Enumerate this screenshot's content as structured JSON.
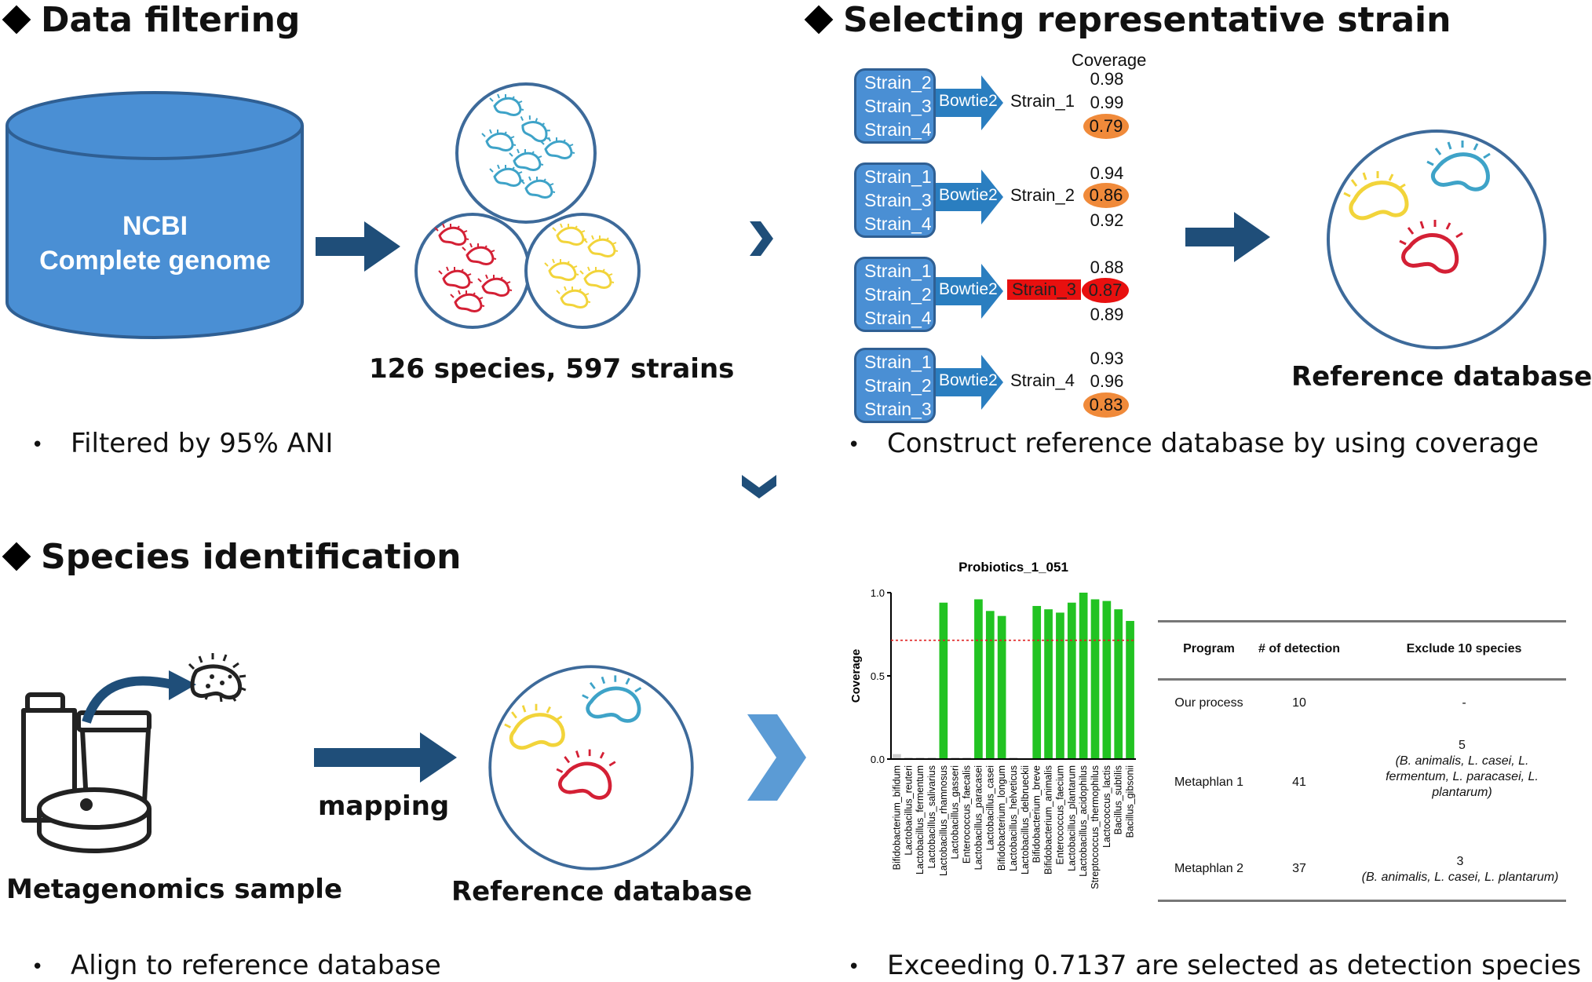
{
  "sections": {
    "data_filtering": {
      "title": "Data filtering",
      "db_label_line1": "NCBI",
      "db_label_line2": "Complete genome",
      "caption": "126 species, 597 strains",
      "bullet": "Filtered by 95% ANI"
    },
    "representative": {
      "title": "Selecting representative strain",
      "coverage_header": "Coverage",
      "tool": "Bowtie2",
      "groups": [
        {
          "inputs": [
            "Strain_2",
            "Strain_3",
            "Strain_4"
          ],
          "target": "Strain_1",
          "coverage": [
            "0.98",
            "0.99",
            "0.79"
          ]
        },
        {
          "inputs": [
            "Strain_1",
            "Strain_3",
            "Strain_4"
          ],
          "target": "Strain_2",
          "coverage": [
            "0.94",
            "0.86",
            "0.92"
          ]
        },
        {
          "inputs": [
            "Strain_1",
            "Strain_2",
            "Strain_4"
          ],
          "target": "Strain_3",
          "coverage": [
            "0.88",
            "0.87",
            "0.89"
          ]
        },
        {
          "inputs": [
            "Strain_1",
            "Strain_2",
            "Strain_3"
          ],
          "target": "Strain_4",
          "coverage": [
            "0.93",
            "0.96",
            "0.83"
          ]
        }
      ],
      "db_caption": "Reference database",
      "bullet": "Construct reference database by using coverage"
    },
    "species_id": {
      "title": "Species identification",
      "sample_caption": "Metagenomics sample",
      "mapping_label": "mapping",
      "db_caption": "Reference database",
      "bullet": "Align to reference database"
    },
    "detection": {
      "bullet": "Exceeding 0.7137 are selected as detection species"
    }
  },
  "colors": {
    "arrow": "#1f4e79",
    "blue_box": "#4a8fd4",
    "bar_green": "#22c322",
    "bar_grey": "#cfcfcf",
    "threshold": "#e02020",
    "circle_border": "#3d6a9a",
    "bacteria_red": "#d42035",
    "bacteria_yellow": "#f2d43a",
    "bacteria_teal": "#3ea3c8"
  },
  "chart_data": {
    "type": "bar",
    "title": "Probiotics_1_051",
    "ylabel": "Coverage",
    "xlabel": "",
    "ylim": [
      0,
      1.0
    ],
    "yticks": [
      "0.0",
      "0.5",
      "1.0"
    ],
    "threshold": 0.7137,
    "categories": [
      "Bifidobacterium_bifidum",
      "Lactobacillus_reuteri",
      "Lactobacillus_fermentum",
      "Lactobacillus_salivarius",
      "Lactobacillus_rhamnosus",
      "Lactobacillus_gasseri",
      "Enterococcus_faecalis",
      "Lactobacillus_paracasei",
      "Lactobacillus_casei",
      "Bifidobacterium_longum",
      "Lactobacillus_helveticus",
      "Lactobacillus_delbrueckii",
      "Bifidobacterium_breve",
      "Bifidobacterium_animalis",
      "Enterococcus_faecium",
      "Lactobacillus_plantarum",
      "Lactobacillus_acidophilus",
      "Streptococcus_thermophilus",
      "Lactococcus_lactis",
      "Bacillus_subtilis",
      "Bacillus_gibsonii"
    ],
    "values": [
      0.03,
      0.01,
      0.01,
      0.01,
      0.94,
      0.01,
      0.01,
      0.96,
      0.89,
      0.86,
      0.01,
      0.0,
      0.92,
      0.9,
      0.88,
      0.94,
      1.0,
      0.96,
      0.95,
      0.9,
      0.83
    ],
    "legend": "none",
    "grid": false
  },
  "table": {
    "headers": [
      "Program",
      "# of detection",
      "Exclude 10 species"
    ],
    "rows": [
      {
        "program": "Our process",
        "count": "10",
        "exclude_line1": "-",
        "exclude_line2": "",
        "exclude_line3": "",
        "exclude_line4": ""
      },
      {
        "program": "Metaphlan  1",
        "count": "41",
        "exclude_line1": "5",
        "exclude_line2": "(B. animalis, L. casei, L.",
        "exclude_line3": "fermentum, L. paracasei, L.",
        "exclude_line4": "plantarum)"
      },
      {
        "program": "Metaphlan  2",
        "count": "37",
        "exclude_line1": "3",
        "exclude_line2": "(B. animalis, L. casei, L. plantarum)",
        "exclude_line3": "",
        "exclude_line4": ""
      }
    ]
  }
}
